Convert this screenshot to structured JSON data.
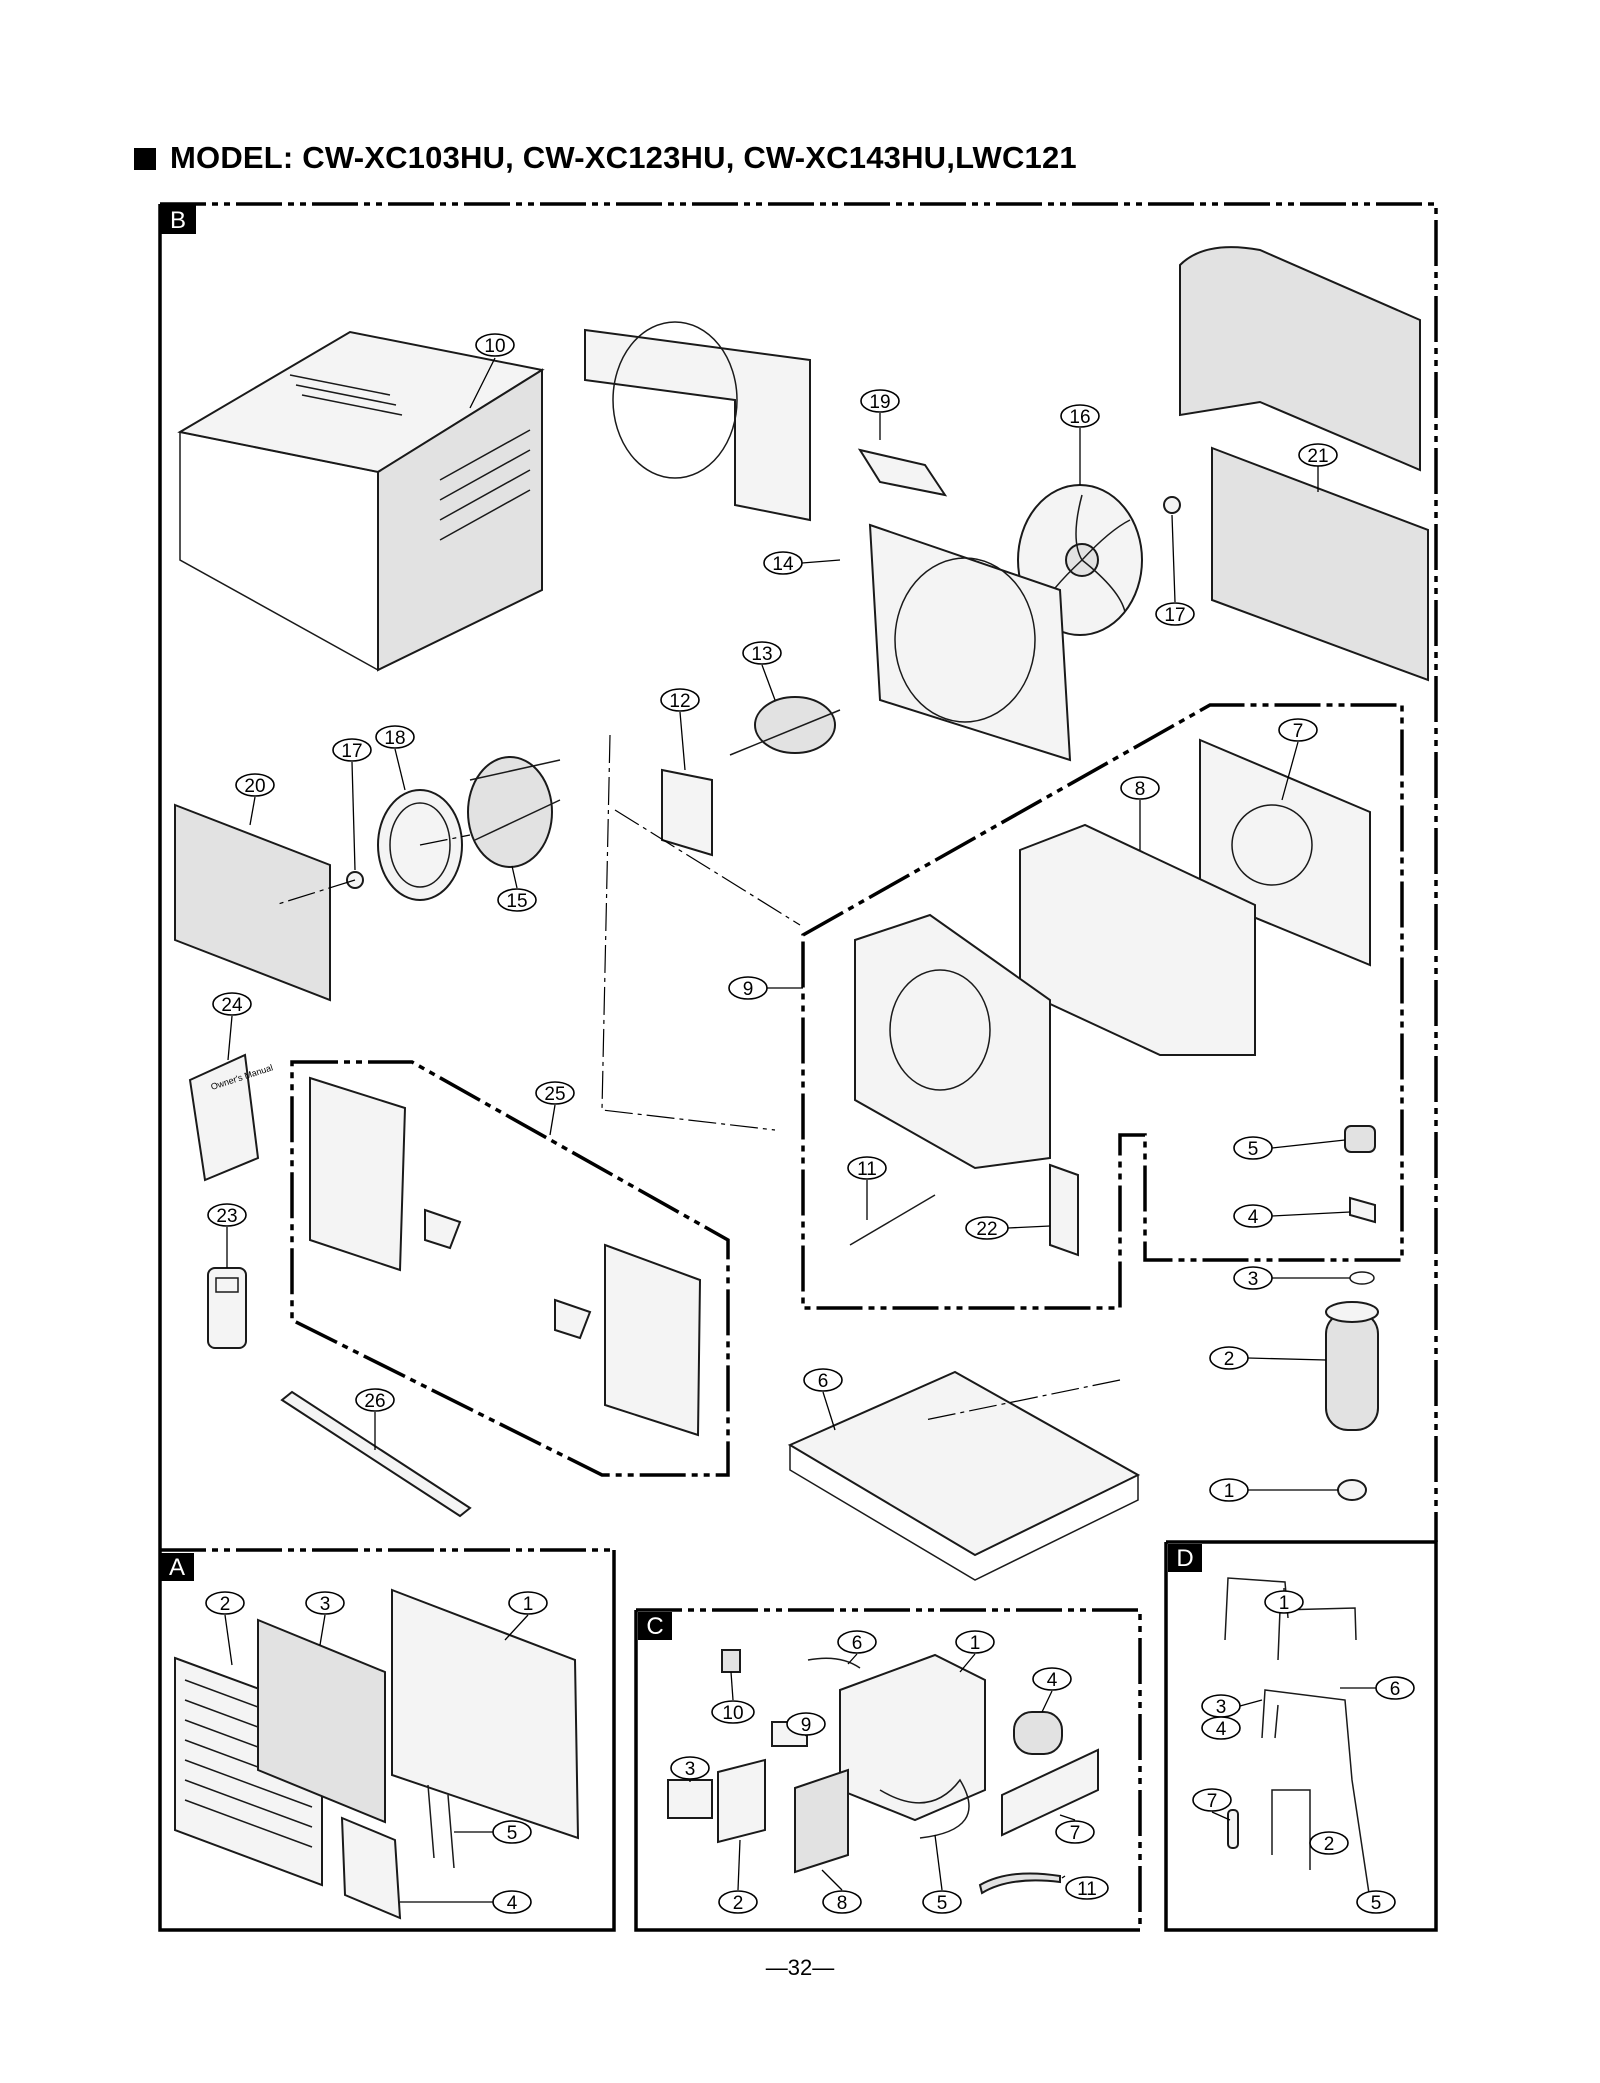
{
  "title": "MODEL: CW-XC103HU, CW-XC123HU, CW-XC143HU,LWC121",
  "page_number": "—32—",
  "sections": {
    "B": {
      "tag": "B"
    },
    "A": {
      "tag": "A"
    },
    "C": {
      "tag": "C"
    },
    "D": {
      "tag": "D"
    }
  },
  "manual_label": "Owner's Manual",
  "callouts": {
    "B": [
      "10",
      "19",
      "16",
      "21",
      "14",
      "17",
      "13",
      "12",
      "18",
      "17",
      "20",
      "15",
      "7",
      "8",
      "9",
      "24",
      "25",
      "5",
      "11",
      "4",
      "22",
      "3",
      "23",
      "2",
      "26",
      "6",
      "1"
    ],
    "A": [
      "2",
      "3",
      "1",
      "5",
      "4"
    ],
    "C": [
      "6",
      "1",
      "4",
      "10",
      "9",
      "3",
      "7",
      "2",
      "8",
      "5",
      "11"
    ],
    "D": [
      "1",
      "6",
      "3",
      "4",
      "7",
      "2",
      "5"
    ]
  }
}
